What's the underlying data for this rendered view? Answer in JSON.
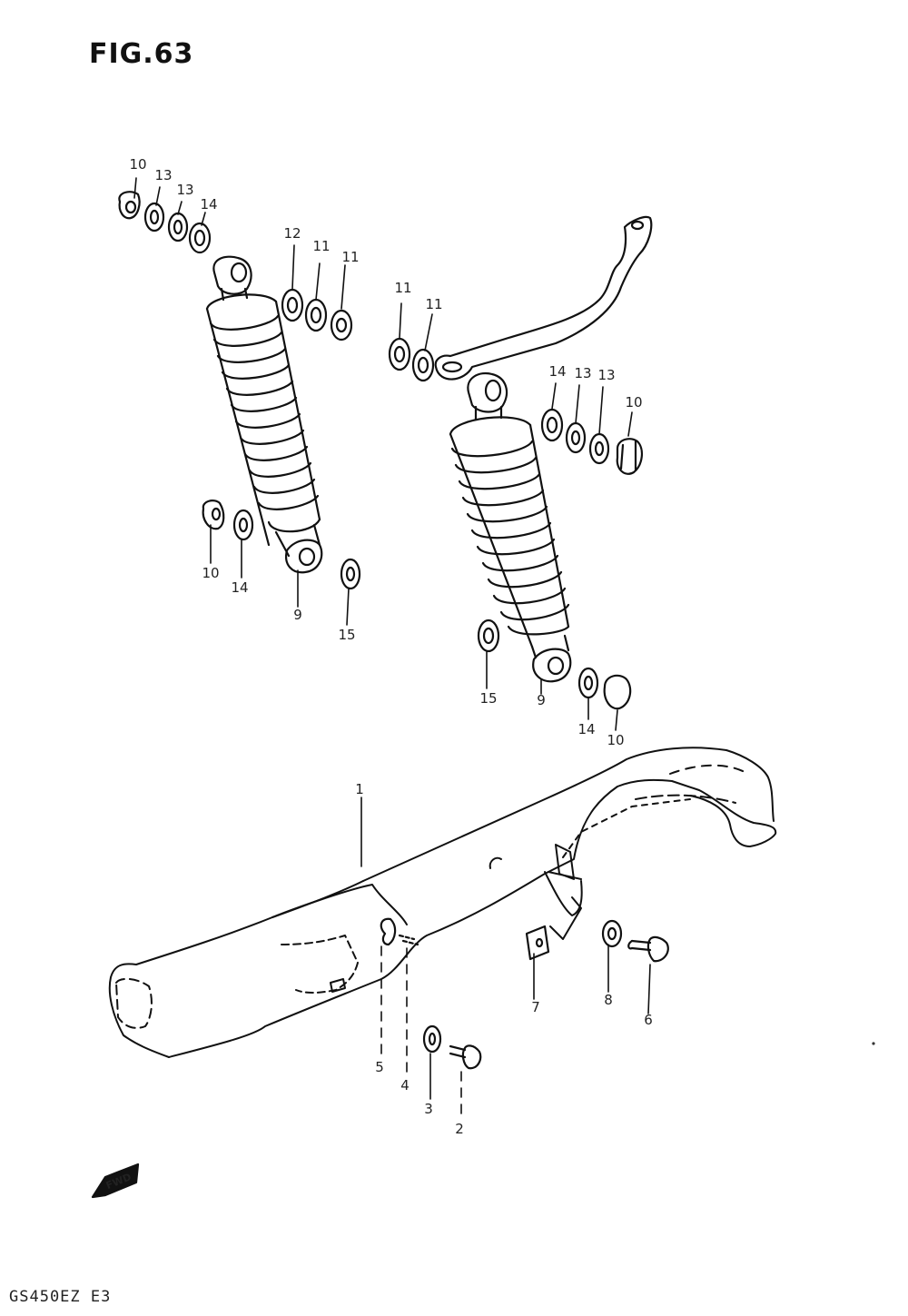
{
  "title": "FIG.63",
  "footer_code": "GS450EZ E3",
  "fwd_label": "FWD",
  "callouts": [
    {
      "id": "c10a",
      "label": "10"
    },
    {
      "id": "c13a",
      "label": "13"
    },
    {
      "id": "c13b",
      "label": "13"
    },
    {
      "id": "c14a",
      "label": "14"
    },
    {
      "id": "c12",
      "label": "12"
    },
    {
      "id": "c11a",
      "label": "11"
    },
    {
      "id": "c11b",
      "label": "11"
    },
    {
      "id": "c11c",
      "label": "11"
    },
    {
      "id": "c11d",
      "label": "11"
    },
    {
      "id": "c14b",
      "label": "14"
    },
    {
      "id": "c13c",
      "label": "13"
    },
    {
      "id": "c13d",
      "label": "13"
    },
    {
      "id": "c10b",
      "label": "10"
    },
    {
      "id": "c10c",
      "label": "10"
    },
    {
      "id": "c14c",
      "label": "14"
    },
    {
      "id": "c9a",
      "label": "9"
    },
    {
      "id": "c15a",
      "label": "15"
    },
    {
      "id": "c15b",
      "label": "15"
    },
    {
      "id": "c9b",
      "label": "9"
    },
    {
      "id": "c14d",
      "label": "14"
    },
    {
      "id": "c10d",
      "label": "10"
    },
    {
      "id": "c1",
      "label": "1"
    },
    {
      "id": "c7",
      "label": "7"
    },
    {
      "id": "c8",
      "label": "8"
    },
    {
      "id": "c6",
      "label": "6"
    },
    {
      "id": "c5",
      "label": "5"
    },
    {
      "id": "c4",
      "label": "4"
    },
    {
      "id": "c3",
      "label": "3"
    },
    {
      "id": "c2",
      "label": "2"
    }
  ]
}
